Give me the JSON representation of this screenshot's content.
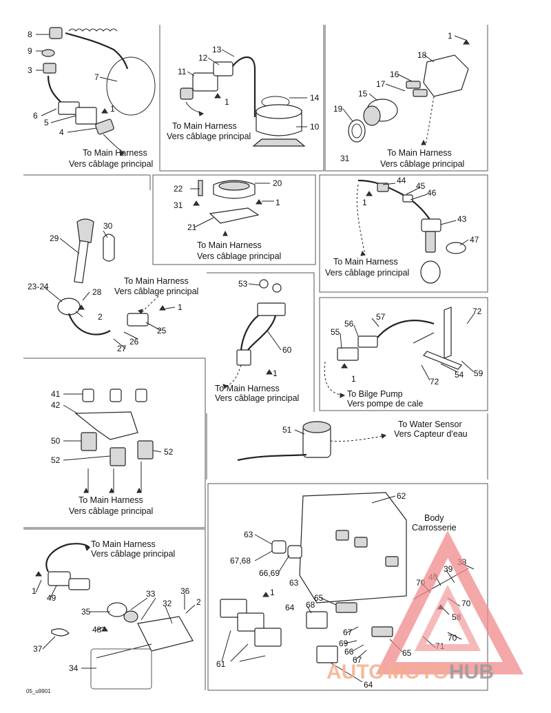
{
  "captions": {
    "to_main_harness": "To Main Harness",
    "vers_cablage": "Vers câblage principal",
    "to_bilge_pump": "To Bilge Pump",
    "vers_pompe": "Vers pompe de cale",
    "to_water_sensor": "To Water Sensor",
    "vers_capteur": "Vers Capteur d'eau",
    "body": "Body",
    "carrosserie": "Carrosserie",
    "figure_code": "05_u9901"
  },
  "watermark": {
    "brand_parts": [
      "AUTO",
      "MOTO",
      "HUB"
    ],
    "colors": {
      "auto": "#f4b08c",
      "moto": "#f4b08c",
      "hub": "#9a9a9a",
      "triangle": "#f08a8a"
    }
  },
  "callouts": [
    "8",
    "9",
    "3",
    "7",
    "6",
    "1",
    "5",
    "4",
    "13",
    "12",
    "11",
    "1",
    "14",
    "10",
    "1",
    "18",
    "16",
    "17",
    "15",
    "19",
    "31",
    "22",
    "20",
    "31",
    "1",
    "21",
    "44",
    "45",
    "46",
    "1",
    "43",
    "47",
    "30",
    "29",
    "28",
    "23-24",
    "2",
    "1",
    "25",
    "26",
    "27",
    "53",
    "60",
    "1",
    "57",
    "72",
    "56",
    "55",
    "1",
    "54",
    "59",
    "72",
    "41",
    "42",
    "50",
    "52",
    "52",
    "51",
    "62",
    "63",
    "67,68",
    "66,69",
    "63",
    "1",
    "65",
    "68",
    "64",
    "67",
    "69",
    "66",
    "67",
    "64",
    "61",
    "70",
    "40",
    "39",
    "38",
    "70",
    "58",
    "70",
    "71",
    "65",
    "36",
    "2",
    "33",
    "32",
    "35",
    "48",
    "49",
    "1",
    "37",
    "34"
  ]
}
